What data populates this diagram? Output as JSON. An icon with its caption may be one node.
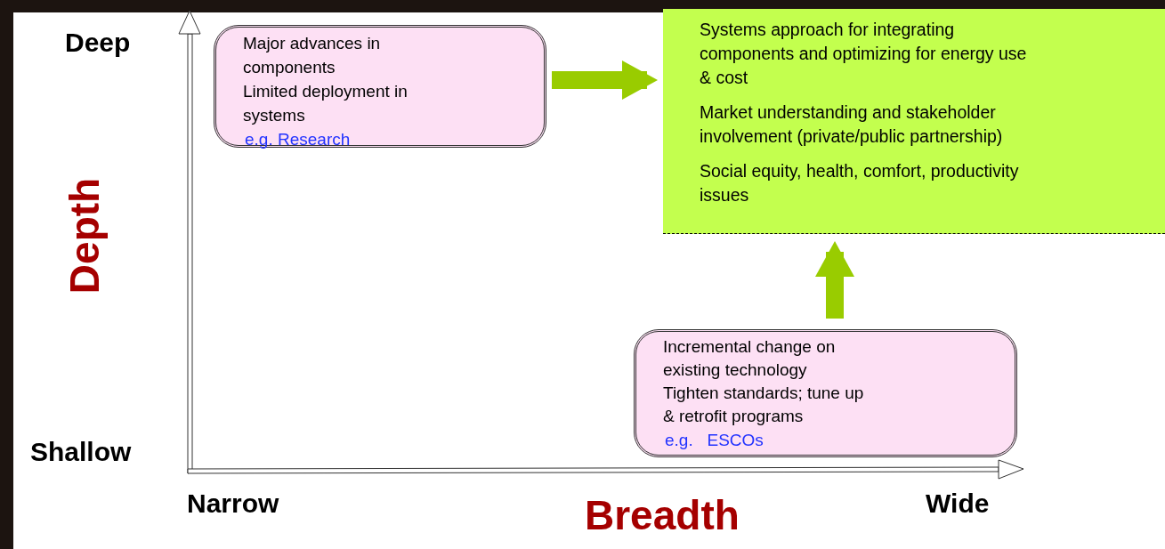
{
  "diagram": {
    "nodes": [
      {
        "text": [
          "Major advances in components",
          "Limited deployment in systems",
          "e.g. Research"
        ]
      },
      {
        "text": [
          "Systems approach for integrating components and optimizing for energy use & cost",
          "Market understanding and stakeholder involvement (private/public partnership)",
          "Social equity, health, comfort, productivity issues"
        ]
      },
      {
        "text": [
          "Incremental change on existing technology",
          "Tighten standards; tune up & retrofit programs",
          "e.g.   ESCOs"
        ]
      }
    ],
    "edges": [
      {
        "from": 0,
        "to": 1,
        "arrow": "to"
      },
      {
        "from": 2,
        "to": 1,
        "arrow": "to"
      }
    ],
    "labels": [
      "Deep",
      "Depth",
      "Shallow",
      "Narrow",
      "Breadth",
      "Wide"
    ]
  }
}
